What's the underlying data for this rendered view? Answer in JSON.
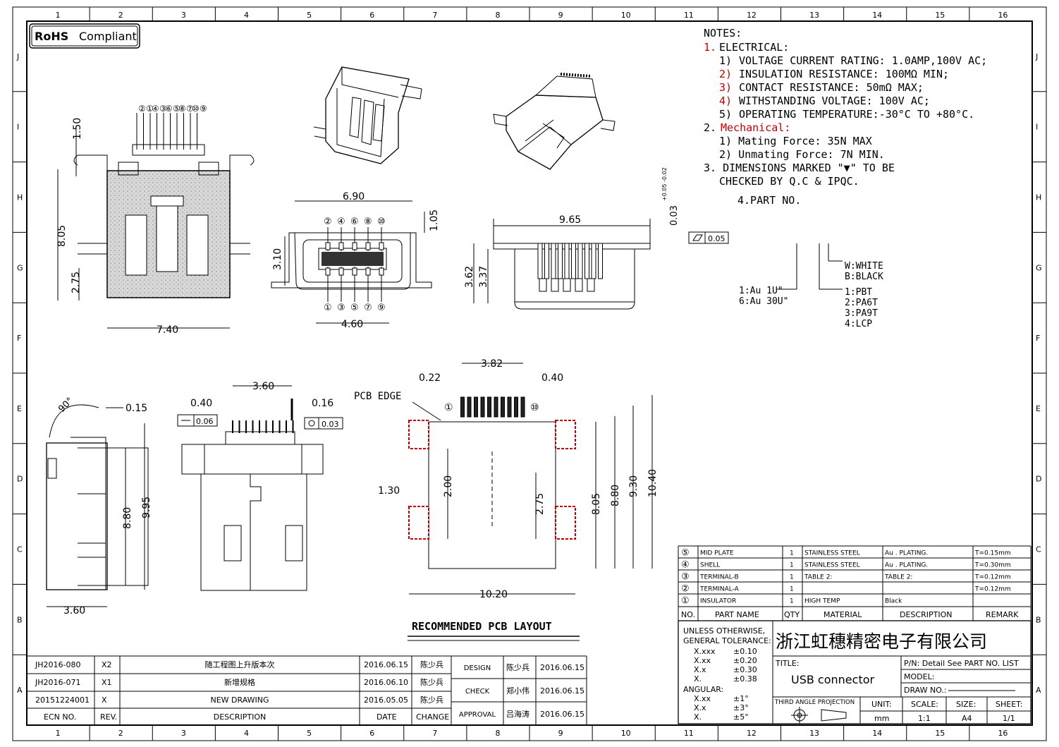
{
  "border": {
    "cols": [
      "1",
      "2",
      "3",
      "4",
      "5",
      "6",
      "7",
      "8",
      "9",
      "10",
      "11",
      "12",
      "13",
      "14",
      "15",
      "16"
    ],
    "rows": [
      "J",
      "I",
      "H",
      "G",
      "F",
      "E",
      "D",
      "C",
      "B",
      "A"
    ]
  },
  "rohs": {
    "bold": "RoHS",
    "text": "Compliant"
  },
  "notes": {
    "title": "NOTES:",
    "n1_num": "1.",
    "n1": "ELECTRICAL:",
    "e1_num": "1)",
    "e1": "VOLTAGE CURRENT RATING: 1.0AMP,100V AC;",
    "e2_num": "2)",
    "e2": "INSULATION RESISTANCE: 100MΩ MIN;",
    "e3_num": "3)",
    "e3": "CONTACT RESISTANCE: 50mΩ MAX;",
    "e4_num": "4)",
    "e4": "WITHSTANDING VOLTAGE: 100V AC;",
    "e5_num": "5)",
    "e5": "OPERATING TEMPERATURE:-30°C TO +80°C.",
    "n2_num": "2.",
    "n2": "Mechanical:",
    "m1": "1) Mating Force: 35N MAX",
    "m2": "2) Unmating Force: 7N MIN.",
    "n3": "3. DIMENSIONS MARKED \"▼\" TO BE",
    "n3b": "CHECKED BY Q.C & IPQC.",
    "n4": "4.PART NO."
  },
  "partno": {
    "w": "W:WHITE",
    "b": "B:BLACK",
    "au1": "1:Au 1U\"",
    "au6": "6:Au 30U\"",
    "p1": "1:PBT",
    "p2": "2:PA6T",
    "p3": "3:PA9T",
    "p4": "4:LCP"
  },
  "dims": {
    "d150": "1.50",
    "d805a": "8.05",
    "d275a": "2.75",
    "d740": "7.40",
    "d690": "6.90",
    "d105": "1.05",
    "d310": "3.10",
    "d460": "4.60",
    "d965": "9.65",
    "d003": "0.03",
    "d003tol": "+0.05 -0.02",
    "flat": "0.05",
    "d362": "3.62",
    "d337": "3.37",
    "d015": "0.15",
    "d995": "9.95",
    "d880a": "8.80",
    "d360a": "3.60",
    "angle": "90°",
    "d360b": "3.60",
    "d040a": "0.40",
    "d016": "0.16",
    "tol006": "0.06",
    "tol003": "0.03",
    "d382": "3.82",
    "d022": "0.22",
    "d040b": "0.40",
    "d130": "1.30",
    "d200": "2.00",
    "d275b": "2.75",
    "d805b": "8.05",
    "d880b": "8.80",
    "d930": "9.30",
    "d1040": "10.40",
    "d1020": "10.20",
    "pcb_edge": "PCB EDGE",
    "recommended": "RECOMMENDED PCB LAYOUT",
    "pins_top": [
      "②",
      "④",
      "⑥",
      "⑧",
      "⑩"
    ],
    "pins_bot": [
      "①",
      "③",
      "⑤",
      "⑦",
      "⑨"
    ],
    "pin1": "①",
    "pin10": "⑩"
  },
  "bom": {
    "rows": [
      {
        "no": "⑤",
        "name": "MID PLATE",
        "qty": "1",
        "mat": "STAINLESS STEEL",
        "desc": "Au . PLATING.",
        "rem": "T=0.15mm"
      },
      {
        "no": "④",
        "name": "SHELL",
        "qty": "1",
        "mat": "STAINLESS STEEL",
        "desc": "Au . PLATING.",
        "rem": "T=0.30mm"
      },
      {
        "no": "③",
        "name": "TERMINAL-B",
        "qty": "1",
        "mat": "TABLE 2:",
        "desc": "TABLE 2:",
        "rem": "T=0.12mm"
      },
      {
        "no": "②",
        "name": "TERMINAL-A",
        "qty": "1",
        "mat": "",
        "desc": "",
        "rem": "T=0.12mm"
      },
      {
        "no": "①",
        "name": "INSULATOR",
        "qty": "1",
        "mat": "HIGH TEMP",
        "desc": "Black",
        "rem": ""
      }
    ],
    "header": {
      "no": "NO.",
      "name": "PART NAME",
      "qty": "QTY",
      "mat": "MATERIAL",
      "desc": "DESCRIPTION",
      "rem": "REMARK"
    }
  },
  "titleblock": {
    "tol_title1": "UNLESS OTHERWISE,",
    "tol_title2": "GENERAL TOLERANCE:",
    "xxxx": "X.xxx",
    "xxxxv": "±0.10",
    "xxx": "X.xx",
    "xxxv": "±0.20",
    "xx": "X.x",
    "xxv": "±0.30",
    "x": "X.",
    "xv": "±0.38",
    "angular": "ANGULAR:",
    "axx": "X.xx",
    "axxv": "±1°",
    "ax": "X.x",
    "axv": "±3°",
    "a": "X.",
    "av": "±5°",
    "company": "浙江虹穗精密电子有限公司",
    "title_label": "TITLE:",
    "title": "USB connector",
    "pn": "P/N: Detail  See  PART  NO.  LIST",
    "model": "MODEL:",
    "drawno": "DRAW  NO.:",
    "projection": "THIRD ANGLE PROJECTION",
    "unit_l": "UNIT:",
    "unit": "mm",
    "scale_l": "SCALE:",
    "scale": "1:1",
    "size_l": "SIZE:",
    "size": "A4",
    "sheet_l": "SHEET:",
    "sheet": "1/1"
  },
  "revisions": [
    {
      "ecn": "JH2016-080",
      "rev": "X2",
      "desc": "随工程图上升版本次",
      "date": "2016.06.15",
      "by": "陈少兵"
    },
    {
      "ecn": "JH2016-071",
      "rev": "X1",
      "desc": "新增规格",
      "date": "2016.06.10",
      "by": "陈少兵"
    },
    {
      "ecn": "20151224001",
      "rev": "X",
      "desc": "NEW DRAWING",
      "date": "2016.05.05",
      "by": "陈少兵"
    }
  ],
  "rev_header": {
    "ecn": "ECN  NO.",
    "rev": "REV.",
    "desc": "DESCRIPTION",
    "date": "DATE",
    "change": "CHANGE"
  },
  "approvals": [
    {
      "role": "DESIGN",
      "name": "陈少兵",
      "date": "2016.06.15"
    },
    {
      "role": "CHECK",
      "name": "郑小伟",
      "date": "2016.06.15"
    },
    {
      "role": "APPROVAL",
      "name": "吕海涛",
      "date": "2016.06.15"
    }
  ]
}
